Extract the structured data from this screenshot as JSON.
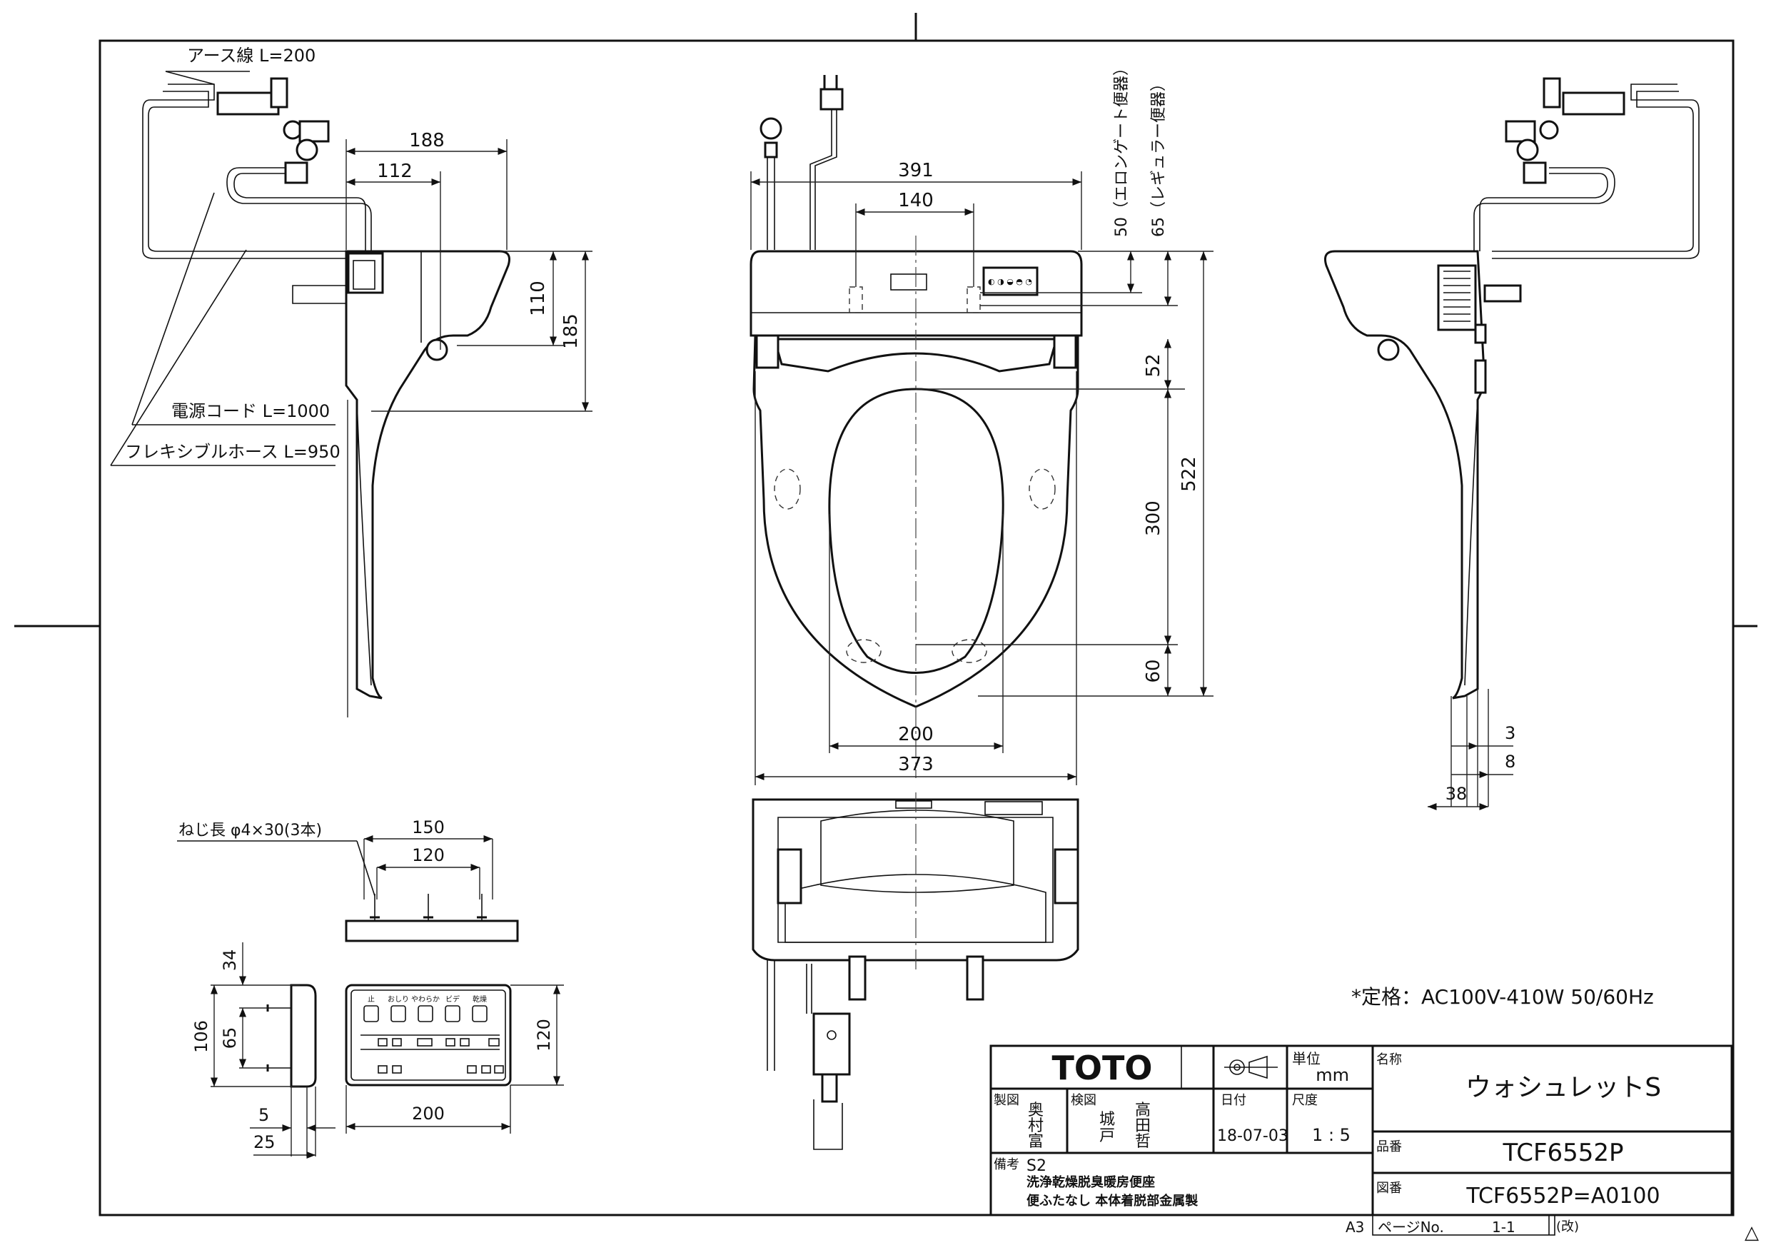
{
  "side_left": {
    "earth_wire": "アース線 L=200",
    "power_cord": "電源コード L=1000",
    "flex_hose": "フレキシブルホース L=950",
    "dims": {
      "d188": "188",
      "d112": "112",
      "d110": "110",
      "d185": "185"
    }
  },
  "front": {
    "dims": {
      "d391": "391",
      "d140": "140",
      "d50": "50（エロンゲート便器）",
      "d65": "65（レギュラー便器）",
      "d52": "52",
      "d522": "522",
      "d300": "300",
      "d60": "60",
      "d200": "200",
      "d373": "373"
    }
  },
  "side_right": {
    "dims": {
      "d3": "3",
      "d8": "8",
      "d38": "38"
    }
  },
  "bracket": {
    "screw": "ねじ長 φ4×30(3本)",
    "d150": "150",
    "d120": "120"
  },
  "remote": {
    "d34": "34",
    "d106": "106",
    "d65": "65",
    "d5": "5",
    "d25": "25",
    "d200": "200",
    "d120": "120",
    "buttons": [
      "止",
      "おしり",
      "やわらか",
      "ビデ",
      "乾燥"
    ]
  },
  "spec_note": "*定格：AC100V-410W 50/60Hz",
  "title_block": {
    "brand": "TOTO",
    "unit_label": "単位",
    "unit": "mm",
    "name_label": "名称",
    "name": "ウォシュレットS",
    "drawn_label": "製図",
    "drawn": [
      "奥",
      "村",
      "富"
    ],
    "check_label": "検図",
    "check_1": [
      "城",
      "戸"
    ],
    "check_2": [
      "高",
      "田",
      "哲"
    ],
    "date_label": "日付",
    "date": "18-07-03",
    "scale_label": "尺度",
    "scale": "1 : 5",
    "part_label": "品番",
    "part_no": "TCF6552P",
    "notes_label": "備考",
    "notes": [
      "S2",
      "洗浄乾燥脱臭暖房便座",
      "便ふたなし 本体着脱部金属製"
    ],
    "drawing_label": "図番",
    "drawing_no": "TCF6552P=A0100",
    "sheet_size": "A3",
    "page_label": "ページNo.",
    "page": "1-1",
    "revision": "(改)"
  }
}
